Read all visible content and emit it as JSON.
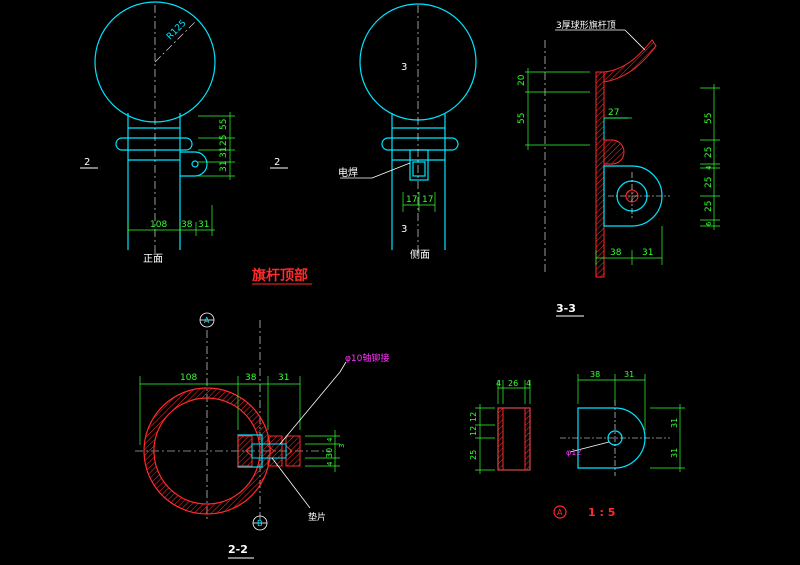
{
  "title": "旗杆顶部",
  "views": {
    "front": {
      "label": "正面",
      "radius": "R125",
      "section_mark": "2"
    },
    "side": {
      "label": "侧面",
      "section_mark": "3",
      "weld": "电焊"
    },
    "section33": {
      "label": "3-3",
      "note": "3厚球形旗杆顶"
    },
    "section22": {
      "label": "2-2",
      "pin": "φ10轴铆接",
      "washer": "垫片",
      "mark_a": "A",
      "mark_b": "B"
    },
    "detailA": {
      "mark": "A",
      "scale": "1 : 5",
      "hole": "φ12"
    }
  },
  "dims": {
    "front": [
      "55",
      "25",
      "31",
      "31",
      "108",
      "38",
      "31"
    ],
    "side": [
      "17",
      "17"
    ],
    "s33": [
      "20",
      "55",
      "27",
      "55",
      "25",
      "4",
      "25",
      "25",
      "6",
      "38",
      "31"
    ],
    "s22": [
      "108",
      "38",
      "31",
      "4",
      "30",
      "4",
      "3"
    ],
    "detA": [
      "4",
      "26",
      "4",
      "12",
      "12",
      "25",
      "38",
      "31",
      "31",
      "31"
    ]
  },
  "colors": {
    "outline": "#00e5ff",
    "dimension": "#33ff33",
    "section": "#ff2a2a",
    "note": "#ff33ff",
    "text": "#ffffff",
    "background": "#000000"
  }
}
